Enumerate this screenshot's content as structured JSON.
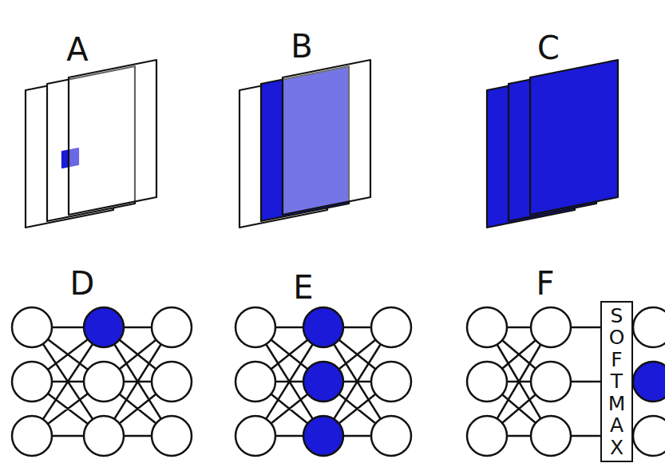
{
  "diagram": {
    "nodes": [
      {
        "text": [
          "SOFTMAX"
        ]
      }
    ],
    "labels": [
      "A",
      "B",
      "C",
      "D",
      "E",
      "F"
    ]
  }
}
